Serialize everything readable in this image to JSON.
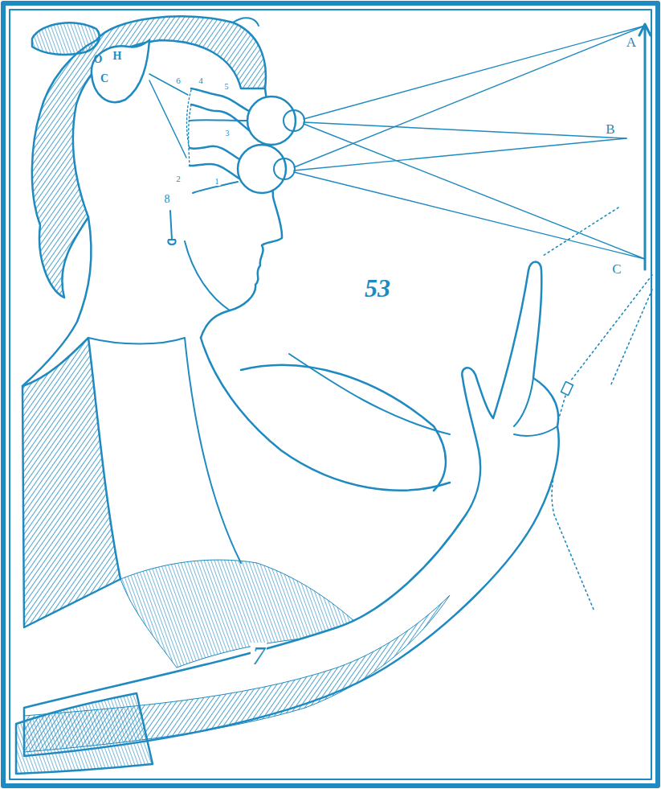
{
  "diagram": {
    "nodes": [
      {
        "text": [
          "O",
          "H",
          "C"
        ]
      }
    ],
    "labels": [
      "A",
      "B",
      "C",
      "53",
      "6",
      "4",
      "2",
      "5",
      "3",
      "1",
      "8",
      "7"
    ]
  }
}
